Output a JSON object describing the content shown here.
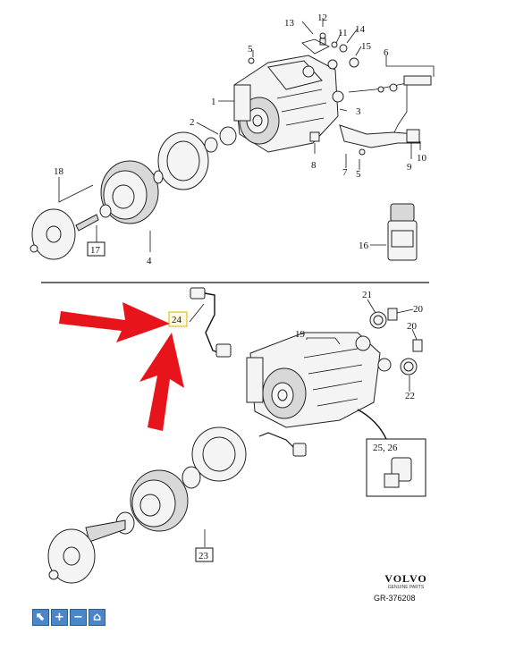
{
  "callouts": {
    "c1": "1",
    "c2": "2",
    "c3": "3",
    "c4": "4",
    "c5a": "5",
    "c5b": "5",
    "c6": "6",
    "c7": "7",
    "c8": "8",
    "c9": "9",
    "c10": "10",
    "c11": "11",
    "c12": "12",
    "c13": "13",
    "c14": "14",
    "c15": "15",
    "c16": "16",
    "c17": "17",
    "c18": "18",
    "c19": "19",
    "c20a": "20",
    "c20b": "20",
    "c21": "21",
    "c22": "22",
    "c23": "23",
    "c24": "24",
    "c2526": "25, 26"
  },
  "brand": {
    "name": "VOLVO",
    "tagline": "GENUINE PARTS"
  },
  "reference_code": "GR-376208",
  "toolbar": [
    {
      "icon": "cursor-icon",
      "glyph": "⬉"
    },
    {
      "icon": "zoom-in-icon",
      "glyph": "+"
    },
    {
      "icon": "zoom-out-icon",
      "glyph": "−"
    },
    {
      "icon": "home-icon",
      "glyph": "⌂"
    }
  ],
  "colors": {
    "arrow": "#e8141b",
    "highlight": "#e0b000",
    "toolbar": "#4a86c8"
  }
}
